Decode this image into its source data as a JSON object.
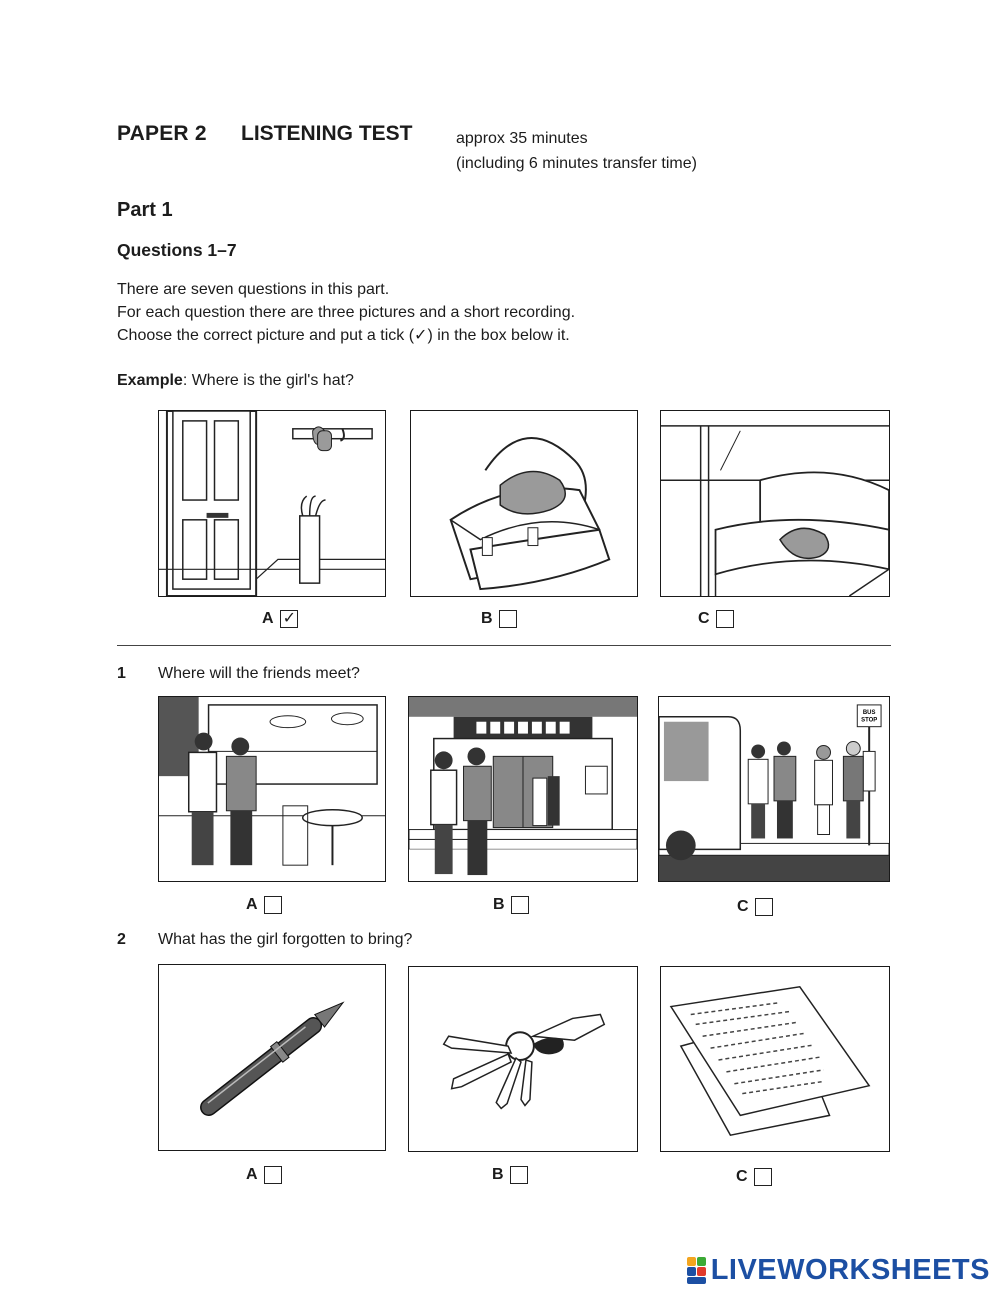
{
  "header": {
    "paper": "PAPER 2",
    "title": "LISTENING TEST",
    "duration": "approx 35 minutes",
    "transfer_note": "(including 6 minutes transfer time)"
  },
  "part": "Part 1",
  "questions_heading": "Questions 1–7",
  "instructions": [
    "There are seven questions in this part.",
    "For each question there are three pictures and a short recording.",
    "Choose the correct picture and put a tick (✓) in the box below it."
  ],
  "example": {
    "label": "Example",
    "question": ": Where is the girl's hat?",
    "options": [
      {
        "letter": "A",
        "checked": true,
        "tick": "✓"
      },
      {
        "letter": "B",
        "checked": false
      },
      {
        "letter": "C",
        "checked": false
      }
    ]
  },
  "items": [
    {
      "number": "1",
      "question": "Where will the friends meet?",
      "options": [
        {
          "letter": "A",
          "checked": false
        },
        {
          "letter": "B",
          "checked": false
        },
        {
          "letter": "C",
          "checked": false
        }
      ],
      "bus_stop_sign": "BUS STOP"
    },
    {
      "number": "2",
      "question": "What has the girl forgotten to bring?",
      "options": [
        {
          "letter": "A",
          "checked": false
        },
        {
          "letter": "B",
          "checked": false
        },
        {
          "letter": "C",
          "checked": false
        }
      ]
    }
  ],
  "footer": {
    "brand": "LIVEWORKSHEETS",
    "brand_colors": [
      "#f3a51f",
      "#3ba935",
      "#1c4fa3",
      "#e0392b"
    ]
  }
}
